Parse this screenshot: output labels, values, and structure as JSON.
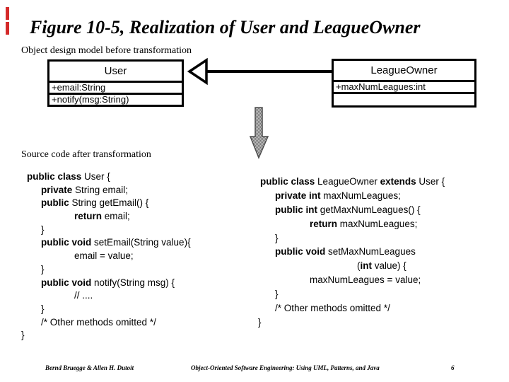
{
  "slide": {
    "title": "Figure 10-5, Realization of User and LeagueOwner",
    "subtitle_before": "Object design model before transformation",
    "subtitle_after": "Source code after transformation"
  },
  "uml": {
    "user": {
      "name": "User",
      "rows": [
        "+email:String",
        "+notify(msg:String)"
      ]
    },
    "league": {
      "name": "LeagueOwner",
      "rows": [
        "+maxNumLeagues:int",
        ""
      ]
    }
  },
  "code_left": {
    "lines": [
      {
        "ind": 8,
        "parts": [
          {
            "t": "public class ",
            "b": true
          },
          {
            "t": "User {",
            "b": false
          }
        ]
      },
      {
        "ind": 28,
        "parts": [
          {
            "t": "private ",
            "b": true
          },
          {
            "t": "String email;",
            "b": false
          }
        ]
      },
      {
        "ind": 28,
        "parts": [
          {
            "t": "public ",
            "b": true
          },
          {
            "t": "String getEmail() {",
            "b": false
          }
        ]
      },
      {
        "ind": 75,
        "parts": [
          {
            "t": "return ",
            "b": true
          },
          {
            "t": "email;",
            "b": false
          }
        ]
      },
      {
        "ind": 28,
        "parts": [
          {
            "t": "}",
            "b": false
          }
        ]
      },
      {
        "ind": 28,
        "parts": [
          {
            "t": "public void ",
            "b": true
          },
          {
            "t": "setEmail(String value){",
            "b": false
          }
        ]
      },
      {
        "ind": 75,
        "parts": [
          {
            "t": "email = value;",
            "b": false
          }
        ]
      },
      {
        "ind": 28,
        "parts": [
          {
            "t": "}",
            "b": false
          }
        ]
      },
      {
        "ind": 28,
        "parts": [
          {
            "t": "public void ",
            "b": true
          },
          {
            "t": "notify(String msg) {",
            "b": false
          }
        ]
      },
      {
        "ind": 75,
        "parts": [
          {
            "t": "// ....",
            "b": false
          }
        ]
      },
      {
        "ind": 28,
        "parts": [
          {
            "t": "}",
            "b": false
          }
        ]
      },
      {
        "ind": 28,
        "parts": [
          {
            "t": "/* Other methods omitted */",
            "b": false
          }
        ]
      },
      {
        "ind": 0,
        "parts": [
          {
            "t": "}",
            "b": false
          }
        ]
      }
    ]
  },
  "code_right": {
    "lines": [
      {
        "ind": 3,
        "parts": [
          {
            "t": "public class ",
            "b": true
          },
          {
            "t": "LeagueOwner ",
            "b": false
          },
          {
            "t": "extends ",
            "b": true
          },
          {
            "t": "User {",
            "b": false
          }
        ]
      },
      {
        "ind": 24,
        "parts": [
          {
            "t": "private int ",
            "b": true
          },
          {
            "t": "maxNumLeagues;",
            "b": false
          }
        ]
      },
      {
        "ind": 24,
        "parts": [
          {
            "t": "public int ",
            "b": true
          },
          {
            "t": "getMaxNumLeagues() {",
            "b": false
          }
        ]
      },
      {
        "ind": 73,
        "parts": [
          {
            "t": "return ",
            "b": true
          },
          {
            "t": "maxNumLeagues;",
            "b": false
          }
        ]
      },
      {
        "ind": 24,
        "parts": [
          {
            "t": "}",
            "b": false
          }
        ]
      },
      {
        "ind": 24,
        "parts": [
          {
            "t": "public void ",
            "b": true
          },
          {
            "t": "setMaxNumLeagues",
            "b": false
          }
        ]
      },
      {
        "ind": 140,
        "parts": [
          {
            "t": "(",
            "b": false
          },
          {
            "t": "int ",
            "b": true
          },
          {
            "t": "value) {",
            "b": false
          }
        ]
      },
      {
        "ind": 73,
        "parts": [
          {
            "t": "maxNumLeagues = value;",
            "b": false
          }
        ]
      },
      {
        "ind": 24,
        "parts": [
          {
            "t": "}",
            "b": false
          }
        ]
      },
      {
        "ind": 24,
        "parts": [
          {
            "t": "/* Other methods omitted */",
            "b": false
          }
        ]
      },
      {
        "ind": 0,
        "parts": [
          {
            "t": "}",
            "b": false
          }
        ]
      }
    ]
  },
  "footer": {
    "authors": "Bernd Bruegge & Allen H. Dutoit",
    "book": "Object-Oriented Software Engineering: Using UML, Patterns, and Java",
    "page": "6"
  },
  "colors": {
    "accent_red": "#d42a2a",
    "arrow_gray_light": "#c9c9c9",
    "arrow_gray_dark": "#707070",
    "line_black": "#000000"
  }
}
